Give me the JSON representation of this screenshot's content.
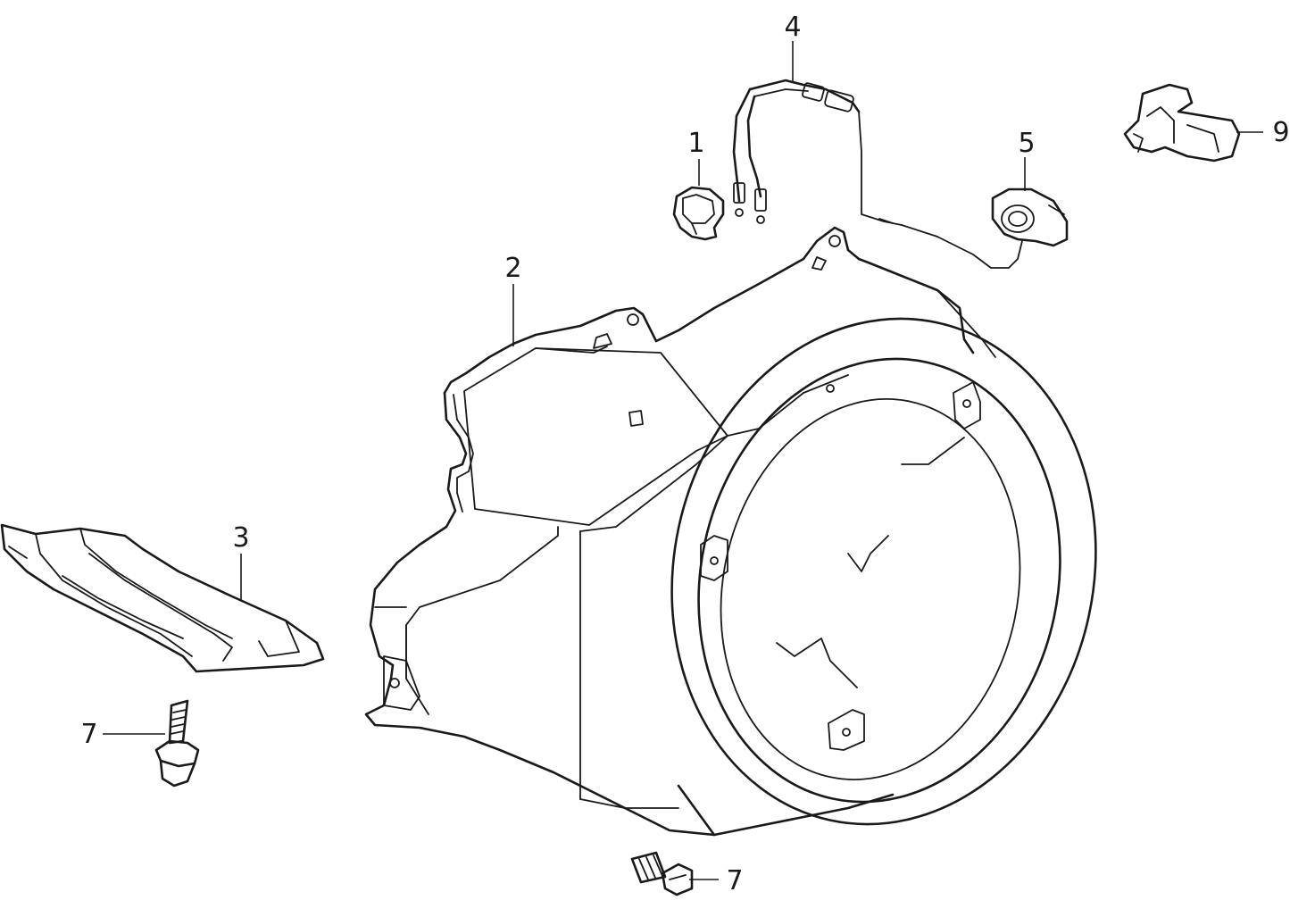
{
  "callouts": {
    "c1": "1",
    "c2": "2",
    "c3": "3",
    "c4": "4",
    "c5": "5",
    "c7a": "7",
    "c7b": "7",
    "c9": "9"
  }
}
